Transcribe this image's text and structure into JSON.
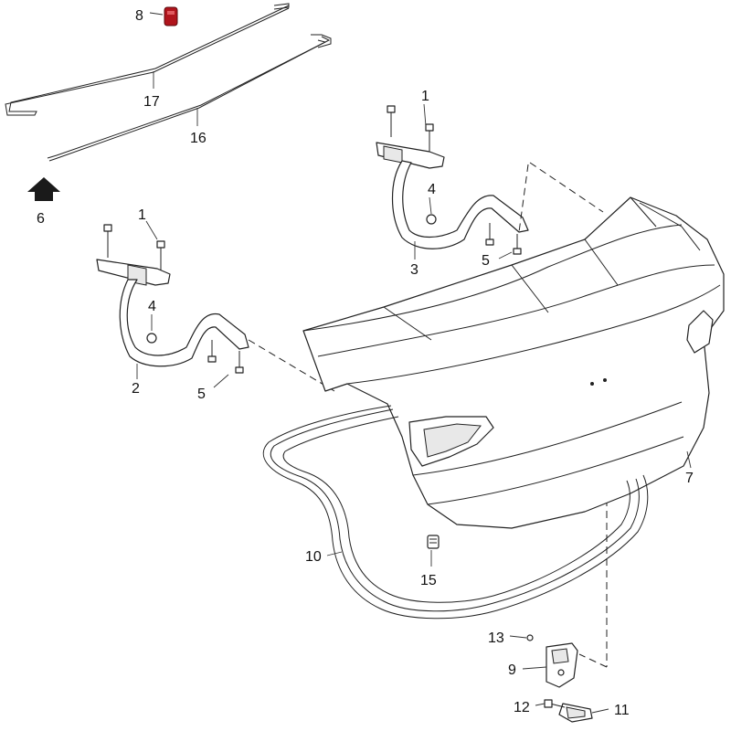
{
  "callouts": {
    "c1_right": "1",
    "c1_left": "1",
    "c2": "2",
    "c3": "3",
    "c4_right": "4",
    "c4_left": "4",
    "c5_right": "5",
    "c5_left": "5",
    "c6": "6",
    "c7": "7",
    "c8": "8",
    "c9": "9",
    "c10": "10",
    "c11": "11",
    "c12": "12",
    "c13": "13",
    "c15": "15",
    "c16": "16",
    "c17": "17"
  },
  "colors": {
    "highlight_clip": "#b0141c",
    "front_arrow": "#1a1a1a",
    "line": "#222222"
  },
  "icons": {
    "front_direction": "arrow-up-icon"
  }
}
